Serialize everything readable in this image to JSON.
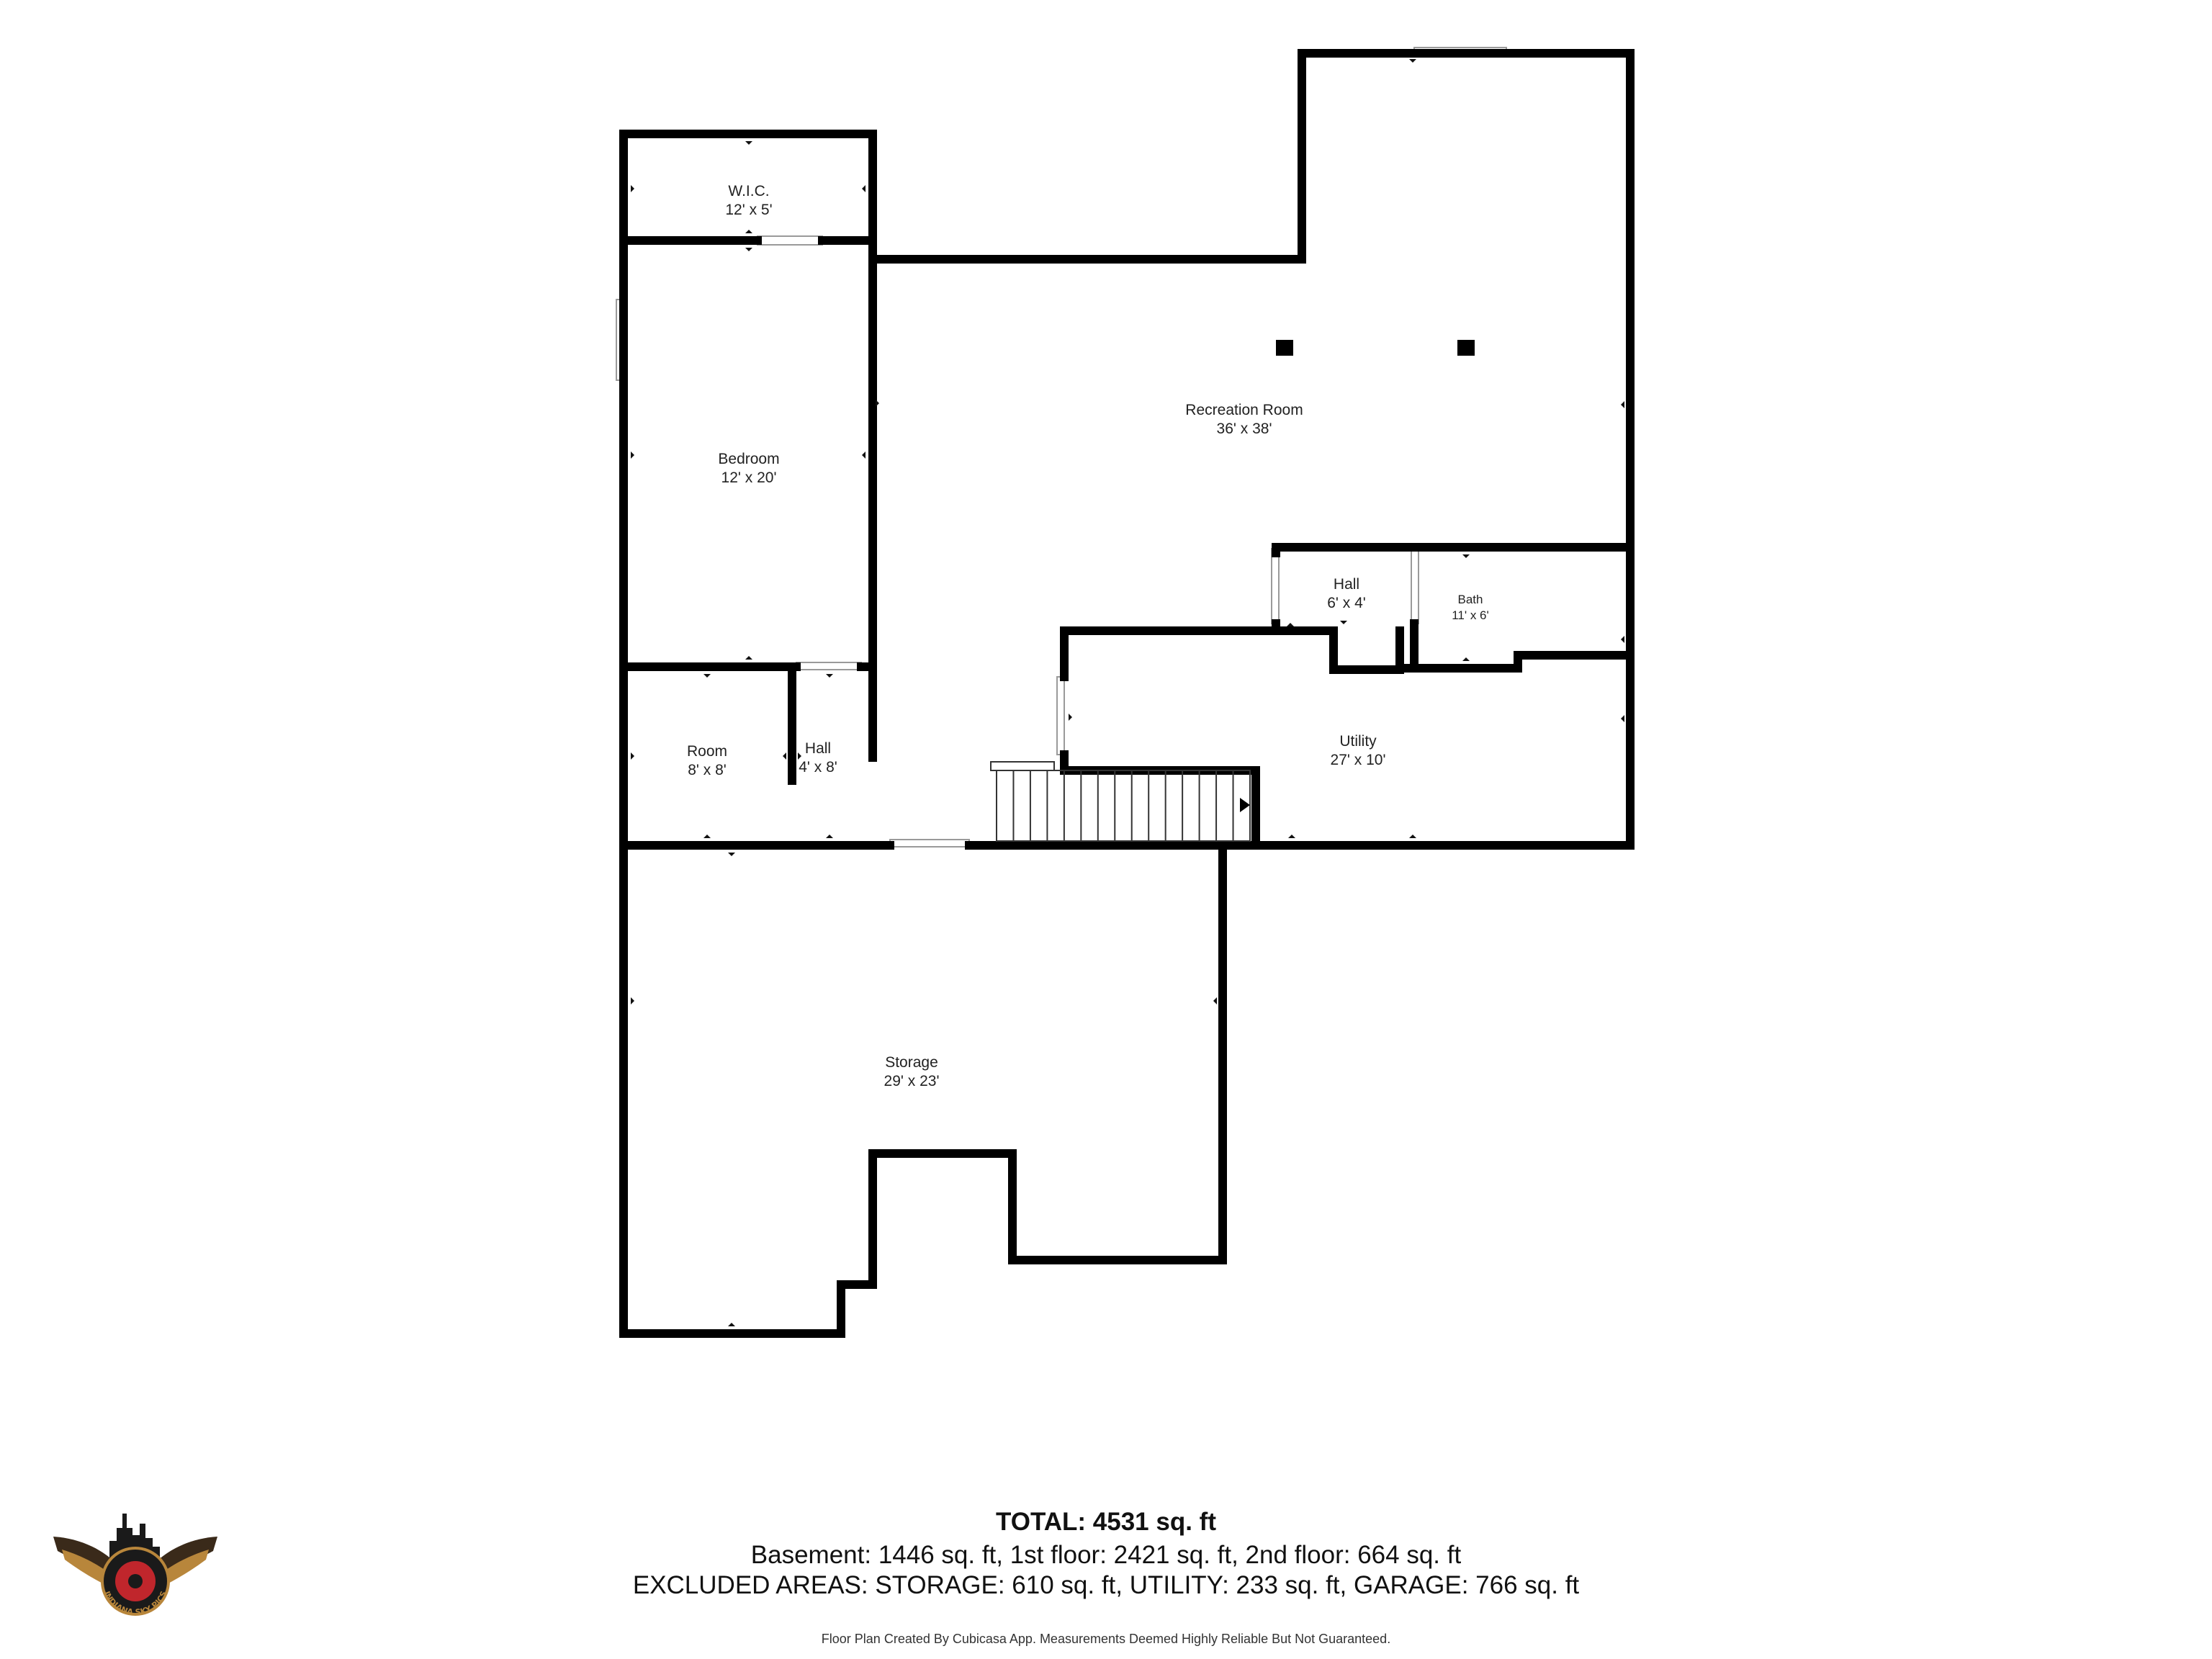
{
  "rooms": {
    "wic": {
      "name": "W.I.C.",
      "size": "12' x 5'"
    },
    "bedroom": {
      "name": "Bedroom",
      "size": "12' x 20'"
    },
    "recreation": {
      "name": "Recreation Room",
      "size": "36' x 38'"
    },
    "hall_upper": {
      "name": "Hall",
      "size": "6' x 4'"
    },
    "bath": {
      "name": "Bath",
      "size": "11' x 6'"
    },
    "utility": {
      "name": "Utility",
      "size": "27' x 10'"
    },
    "room": {
      "name": "Room",
      "size": "8' x 8'"
    },
    "hall_lower": {
      "name": "Hall",
      "size": "4' x 8'"
    },
    "storage": {
      "name": "Storage",
      "size": "29' x 23'"
    }
  },
  "summary": {
    "total": "TOTAL: 4531 sq. ft",
    "breakdown": "Basement: 1446 sq. ft, 1st floor: 2421 sq. ft, 2nd floor: 664 sq. ft",
    "excluded": "EXCLUDED AREAS: STORAGE: 610 sq. ft, UTILITY: 233 sq. ft, GARAGE: 766 sq. ft",
    "disclaimer": "Floor Plan Created By Cubicasa App. Measurements Deemed Highly Reliable But Not Guaranteed."
  },
  "logo": {
    "text": "INDIANA SKY PICS",
    "icon": "winged-camera-skyline-logo",
    "accent_color": "#c0262c"
  },
  "colors": {
    "wall": "#000000",
    "background": "#ffffff"
  }
}
